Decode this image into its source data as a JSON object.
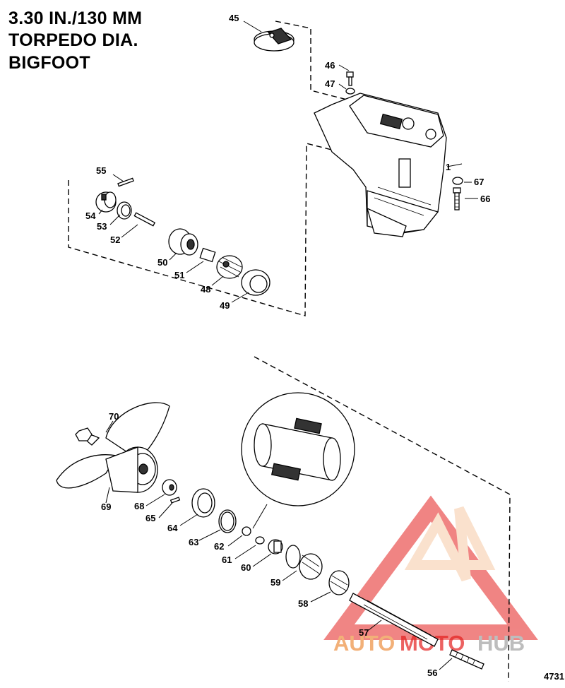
{
  "title_lines": [
    "3.30 IN./130 MM",
    "TORPEDO DIA.",
    "BIGFOOT"
  ],
  "figure_number": "4731",
  "watermark": {
    "brand_part1": "AUTO",
    "brand_part2": "MOTO",
    "brand_part3": "HUB",
    "color_light": "#f6c9a6",
    "color_red": "#e4201f",
    "color_gray": "#c9c9c9"
  },
  "callouts": {
    "c1": "1",
    "c45": "45",
    "c46": "46",
    "c47": "47",
    "c48": "48",
    "c49": "49",
    "c50": "50",
    "c51": "51",
    "c52": "52",
    "c53": "53",
    "c54": "54",
    "c55": "55",
    "c56": "56",
    "c57": "57",
    "c58": "58",
    "c59": "59",
    "c60": "60",
    "c61": "61",
    "c62": "62",
    "c63": "63",
    "c64": "64",
    "c65": "65",
    "c66": "66",
    "c67": "67",
    "c68": "68",
    "c69": "69",
    "c70": "70"
  }
}
